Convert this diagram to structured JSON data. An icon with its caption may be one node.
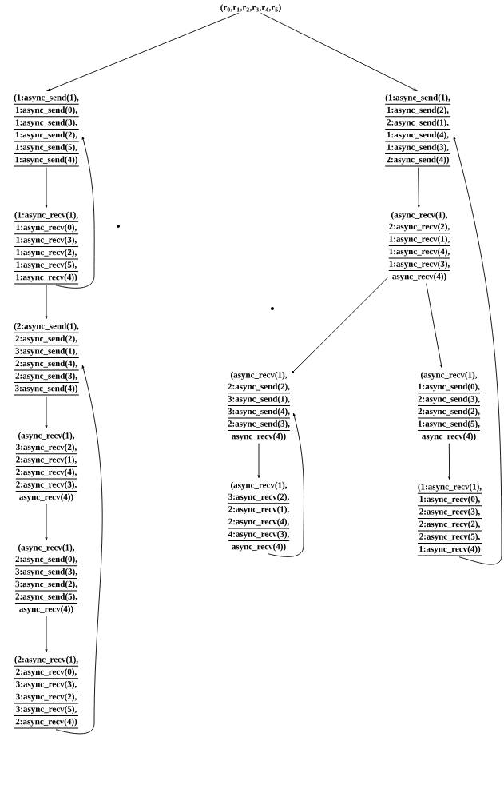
{
  "diagram": {
    "nodes": [
      {
        "text": [
          "(r$_{0}$,r$_{1}$,r$_{2}$,r$_{3}$,r$_{4}$,r$_{5}$)"
        ]
      },
      {
        "text": [
          "(1:async_send(1),",
          "1:async_send(0),",
          "1:async_send(3),",
          "1:async_send(2),",
          "1:async_send(5),",
          "1:async_send(4))"
        ]
      },
      {
        "text": [
          "(1:async_recv(1),",
          "1:async_recv(0),",
          "1:async_recv(3),",
          "1:async_recv(2),",
          "1:async_recv(5),",
          "1:async_recv(4))"
        ]
      },
      {
        "text": [
          "(2:async_send(1),",
          "2:async_send(2),",
          "3:async_send(1),",
          "2:async_send(4),",
          "2:async_send(3),",
          "3:async_send(4))"
        ]
      },
      {
        "text": [
          "(async_recv(1),",
          "3:async_recv(2),",
          "2:async_recv(1),",
          "2:async_recv(4),",
          "2:async_recv(3),",
          "async_recv(4))"
        ]
      },
      {
        "text": [
          "(async_recv(1),",
          "2:async_send(0),",
          "3:async_send(3),",
          "3:async_send(2),",
          "2:async_send(5),",
          "async_recv(4))"
        ]
      },
      {
        "text": [
          "(2:async_recv(1),",
          "2:async_recv(0),",
          "3:async_recv(3),",
          "3:async_recv(2),",
          "3:async_recv(5),",
          "2:async_recv(4))"
        ]
      },
      {
        "text": [
          "(1:async_send(1),",
          "1:async_send(2),",
          "2:async_send(1),",
          "1:async_send(4),",
          "1:async_send(3),",
          "2:async_send(4))"
        ]
      },
      {
        "text": [
          "(async_recv(1),",
          "2:async_recv(2),",
          "1:async_recv(1),",
          "1:async_recv(4),",
          "1:async_recv(3),",
          "async_recv(4))"
        ]
      },
      {
        "text": [
          "(async_recv(1),",
          "2:async_send(2),",
          "3:async_send(1),",
          "3:async_send(4),",
          "2:async_send(3),",
          "async_recv(4))"
        ]
      },
      {
        "text": [
          "(async_recv(1),",
          "3:async_recv(2),",
          "2:async_recv(1),",
          "2:async_recv(4),",
          "4:async_recv(3),",
          "async_recv(4))"
        ]
      },
      {
        "text": [
          "(async_recv(1),",
          "1:async_send(0),",
          "2:async_send(3),",
          "2:async_send(2),",
          "1:async_send(5),",
          "async_recv(4))"
        ]
      },
      {
        "text": [
          "(1:async_recv(1),",
          "1:async_recv(0),",
          "2:async_recv(3),",
          "2:async_recv(2),",
          "2:async_recv(5),",
          "1:async_recv(4))"
        ]
      }
    ],
    "edges": [
      {
        "from": 0,
        "to": 1,
        "arrow": "to"
      },
      {
        "from": 0,
        "to": 7,
        "arrow": "to"
      },
      {
        "from": 1,
        "to": 2,
        "arrow": "to"
      },
      {
        "from": 2,
        "to": 1,
        "arrow": "to"
      },
      {
        "from": 2,
        "to": 3,
        "arrow": "to"
      },
      {
        "from": 3,
        "to": 4,
        "arrow": "to"
      },
      {
        "from": 4,
        "to": 5,
        "arrow": "to"
      },
      {
        "from": 5,
        "to": 6,
        "arrow": "to"
      },
      {
        "from": 6,
        "to": 3,
        "arrow": "to"
      },
      {
        "from": 7,
        "to": 8,
        "arrow": "to"
      },
      {
        "from": 8,
        "to": 9,
        "arrow": "to"
      },
      {
        "from": 8,
        "to": 11,
        "arrow": "to"
      },
      {
        "from": 9,
        "to": 10,
        "arrow": "to"
      },
      {
        "from": 10,
        "to": 9,
        "arrow": "to"
      },
      {
        "from": 11,
        "to": 12,
        "arrow": "to"
      },
      {
        "from": 12,
        "to": 7,
        "arrow": "to"
      }
    ]
  }
}
